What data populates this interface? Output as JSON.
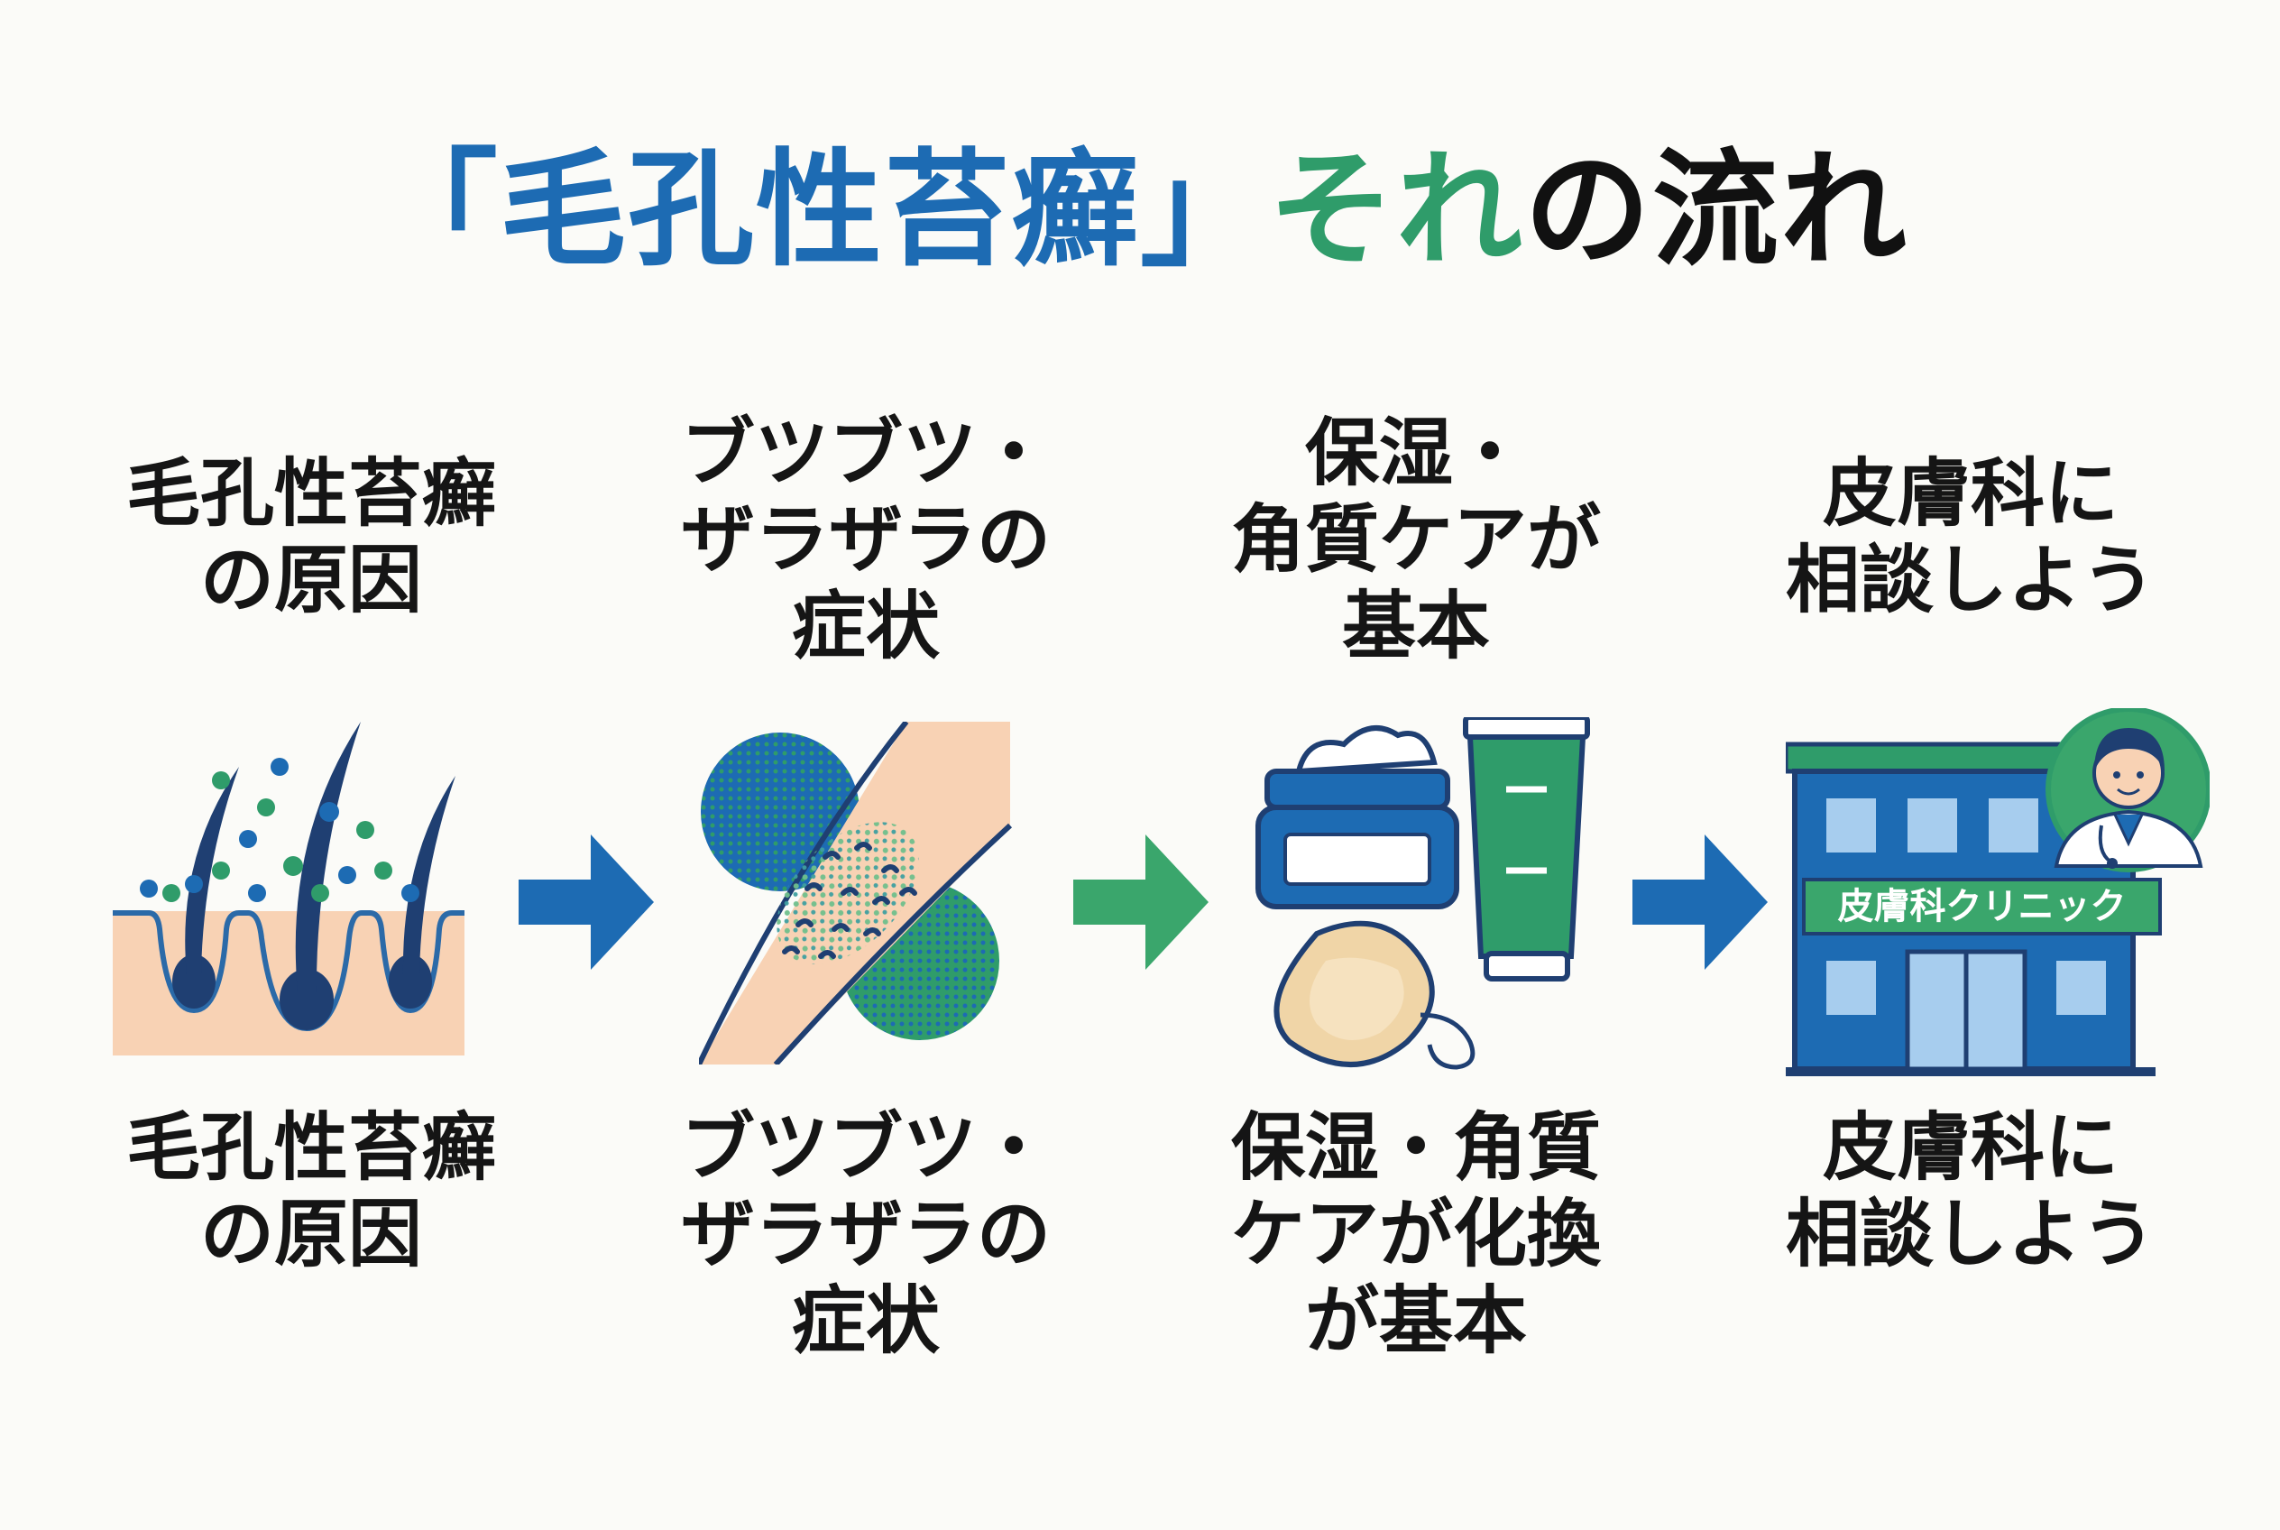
{
  "title": {
    "part1": "「毛孔性苔癬」",
    "part2": "それ",
    "part3": "の流れ"
  },
  "steps": [
    {
      "top_label": "毛孔性苔癬\nの原因",
      "bottom_label": "毛孔性苔癬\nの原因"
    },
    {
      "top_label": "ブツブツ・\nザラザラの\n症状",
      "bottom_label": "ブツブツ・\nザラザラの\n症状"
    },
    {
      "top_label": "保湿・\n角質ケアが\n基本",
      "bottom_label": "保湿・角質\nケアが化換\nが基本"
    },
    {
      "top_label": "皮膚科に\n相談しよう",
      "bottom_label": "皮膚科に\n相談しよう",
      "clinic_sign": "皮膚科クリニック"
    }
  ],
  "colors": {
    "blue": "#1d6bb3",
    "green": "#2f9c6a",
    "skin": "#f8d2b4",
    "navy": "#1f3f72"
  }
}
